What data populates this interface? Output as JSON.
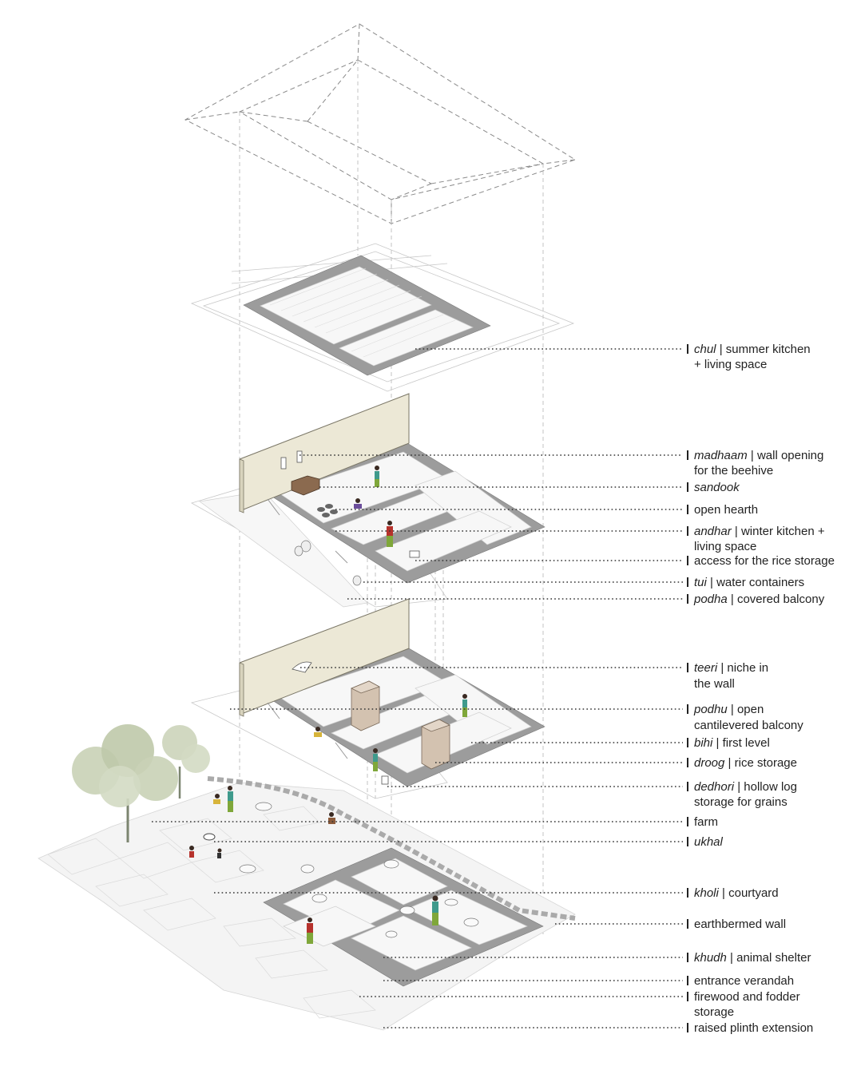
{
  "labels": [
    {
      "term": "chul",
      "desc": "| summer kitchen",
      "line2": "+ living space"
    },
    {
      "term": "madhaam",
      "desc": "| wall opening",
      "line2": "for the beehive"
    },
    {
      "term": "sandook",
      "desc": "",
      "line2": ""
    },
    {
      "term": "",
      "desc": "open hearth",
      "line2": ""
    },
    {
      "term": "andhar",
      "desc": "| winter kitchen +",
      "line2": "living space"
    },
    {
      "term": "",
      "desc": "access for the rice storage",
      "line2": ""
    },
    {
      "term": "tui",
      "desc": "| water containers",
      "line2": ""
    },
    {
      "term": "podha",
      "desc": "| covered balcony",
      "line2": ""
    },
    {
      "term": "teeri",
      "desc": "| niche in",
      "line2": "the wall"
    },
    {
      "term": "podhu",
      "desc": "| open",
      "line2": "cantilevered balcony"
    },
    {
      "term": "bihi",
      "desc": "| first level",
      "line2": ""
    },
    {
      "term": "droog",
      "desc": "| rice storage",
      "line2": ""
    },
    {
      "term": "dedhori",
      "desc": "| hollow log",
      "line2": "storage for grains"
    },
    {
      "term": "",
      "desc": "farm",
      "line2": ""
    },
    {
      "term": "ukhal",
      "desc": "",
      "line2": ""
    },
    {
      "term": "kholi",
      "desc": "| courtyard",
      "line2": ""
    },
    {
      "term": "",
      "desc": "earthbermed wall",
      "line2": ""
    },
    {
      "term": "khudh",
      "desc": "| animal shelter",
      "line2": ""
    },
    {
      "term": "",
      "desc": "entrance verandah",
      "line2": ""
    },
    {
      "term": "",
      "desc": "firewood and fodder",
      "line2": "storage"
    },
    {
      "term": "",
      "desc": "raised plinth extension",
      "line2": ""
    }
  ],
  "colors": {
    "wall_gray": "#9c9c9c",
    "tall_wall": "#ece8d6",
    "figure_teal": "#3f9a8c",
    "figure_red": "#b6322c",
    "skirt_green": "#7fa73a",
    "tree": "#c9d1b6"
  }
}
